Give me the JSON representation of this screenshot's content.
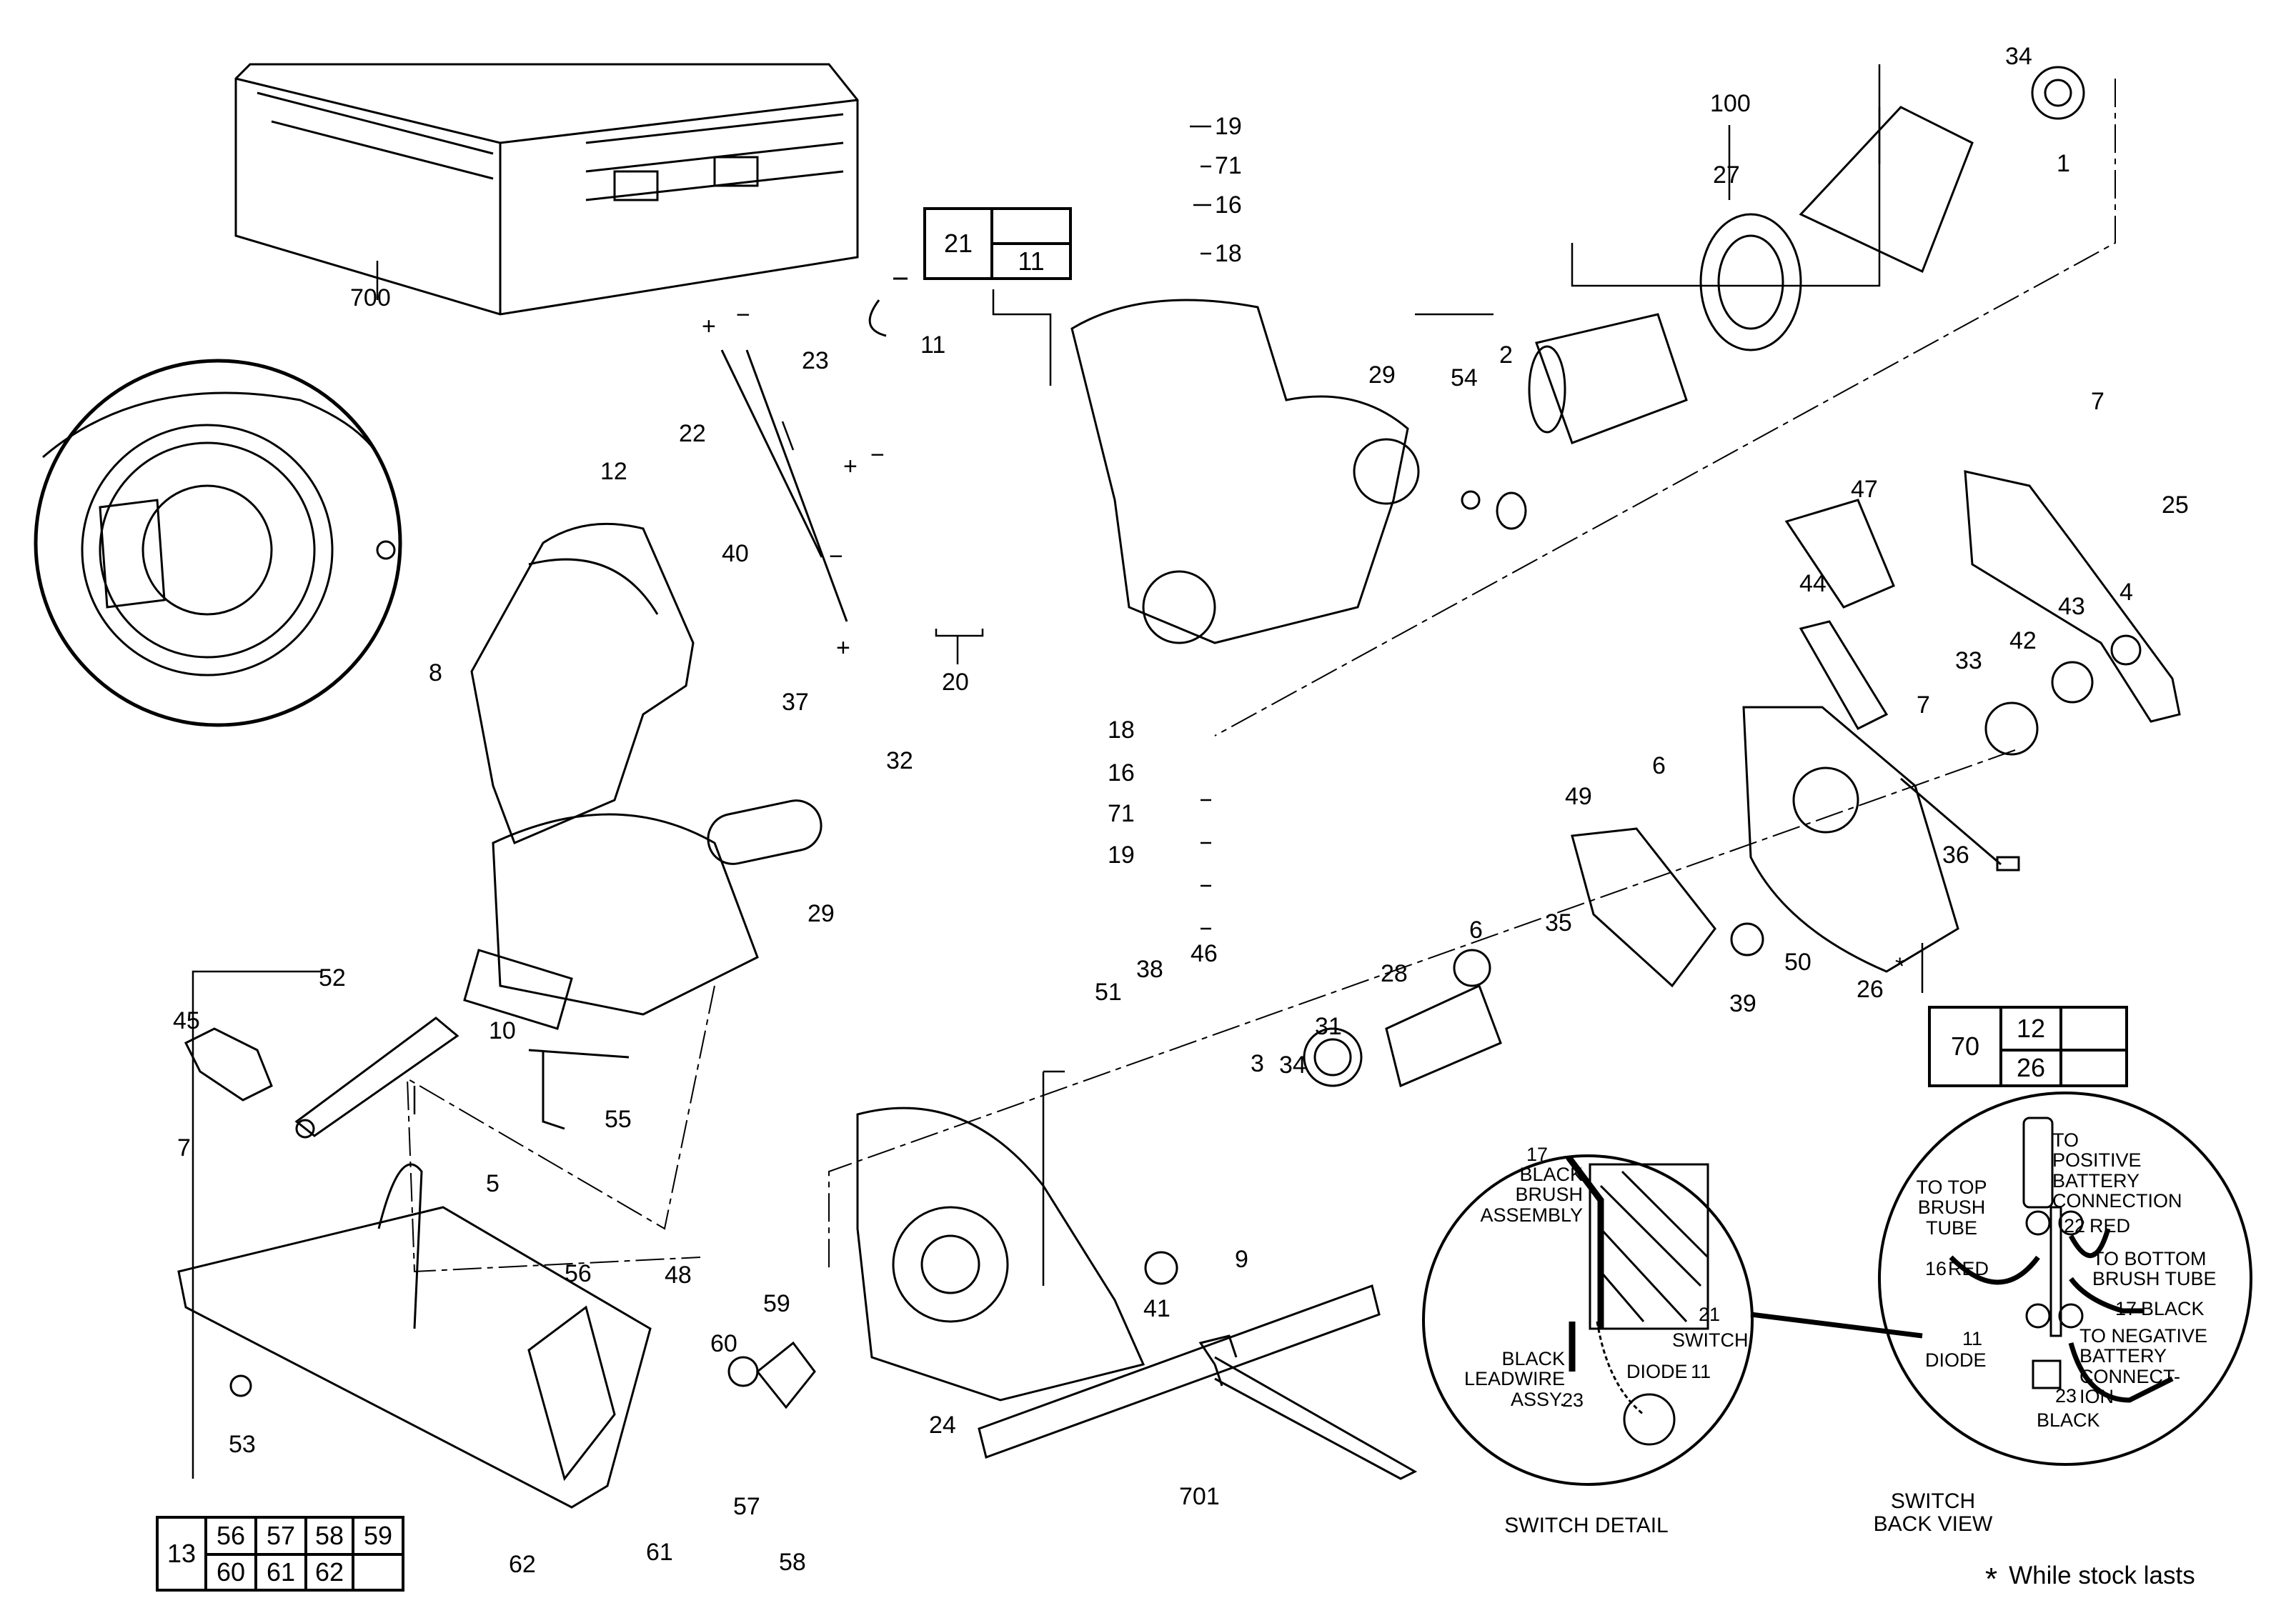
{
  "title": "Circular saw exploded parts diagram",
  "callouts": [
    {
      "id": "p700",
      "text": "700"
    },
    {
      "id": "p34a",
      "text": "34"
    },
    {
      "id": "p1",
      "text": "1"
    },
    {
      "id": "p100",
      "text": "100"
    },
    {
      "id": "p27",
      "text": "27"
    },
    {
      "id": "p19a",
      "text": "19"
    },
    {
      "id": "p71a",
      "text": "71"
    },
    {
      "id": "p16a",
      "text": "16"
    },
    {
      "id": "p18a",
      "text": "18"
    },
    {
      "id": "p11",
      "text": "11"
    },
    {
      "id": "p23",
      "text": "23"
    },
    {
      "id": "p22",
      "text": "22"
    },
    {
      "id": "p29a",
      "text": "29"
    },
    {
      "id": "p54",
      "text": "54"
    },
    {
      "id": "p2",
      "text": "2"
    },
    {
      "id": "p7a",
      "text": "7"
    },
    {
      "id": "p12",
      "text": "12"
    },
    {
      "id": "p40",
      "text": "40"
    },
    {
      "id": "p20",
      "text": "20"
    },
    {
      "id": "p37",
      "text": "37"
    },
    {
      "id": "p8",
      "text": "8"
    },
    {
      "id": "p47",
      "text": "47"
    },
    {
      "id": "p25",
      "text": "25"
    },
    {
      "id": "p44",
      "text": "44"
    },
    {
      "id": "p4",
      "text": "4"
    },
    {
      "id": "p43",
      "text": "43"
    },
    {
      "id": "p42",
      "text": "42"
    },
    {
      "id": "p33",
      "text": "33"
    },
    {
      "id": "p7b",
      "text": "7"
    },
    {
      "id": "p18b",
      "text": "18"
    },
    {
      "id": "p16b",
      "text": "16"
    },
    {
      "id": "p71b",
      "text": "71"
    },
    {
      "id": "p19b",
      "text": "19"
    },
    {
      "id": "p32",
      "text": "32"
    },
    {
      "id": "p6a",
      "text": "6"
    },
    {
      "id": "p49",
      "text": "49"
    },
    {
      "id": "p36",
      "text": "36"
    },
    {
      "id": "p29b",
      "text": "29"
    },
    {
      "id": "p6b",
      "text": "6"
    },
    {
      "id": "p35",
      "text": "35"
    },
    {
      "id": "p50",
      "text": "50"
    },
    {
      "id": "p39",
      "text": "39"
    },
    {
      "id": "p26",
      "text": "26"
    },
    {
      "id": "p52",
      "text": "52"
    },
    {
      "id": "p45",
      "text": "45"
    },
    {
      "id": "p10",
      "text": "10"
    },
    {
      "id": "p55",
      "text": "55"
    },
    {
      "id": "p51",
      "text": "51"
    },
    {
      "id": "p38",
      "text": "38"
    },
    {
      "id": "p46",
      "text": "46"
    },
    {
      "id": "p28",
      "text": "28"
    },
    {
      "id": "p31",
      "text": "31"
    },
    {
      "id": "p3",
      "text": "3"
    },
    {
      "id": "p34b",
      "text": "34"
    },
    {
      "id": "p7c",
      "text": "7"
    },
    {
      "id": "p5",
      "text": "5"
    },
    {
      "id": "p56",
      "text": "56"
    },
    {
      "id": "p48",
      "text": "48"
    },
    {
      "id": "p59",
      "text": "59"
    },
    {
      "id": "p60",
      "text": "60"
    },
    {
      "id": "p9",
      "text": "9"
    },
    {
      "id": "p41",
      "text": "41"
    },
    {
      "id": "p24",
      "text": "24"
    },
    {
      "id": "p53",
      "text": "53"
    },
    {
      "id": "p57",
      "text": "57"
    },
    {
      "id": "p58",
      "text": "58"
    },
    {
      "id": "p61",
      "text": "61"
    },
    {
      "id": "p62",
      "text": "62"
    },
    {
      "id": "p701",
      "text": "701"
    }
  ],
  "polarity": {
    "plus": "+",
    "minus": "−"
  },
  "asterisk": "*",
  "kits": {
    "k21": {
      "main": "21",
      "items": [
        "",
        "11"
      ]
    },
    "k70": {
      "main": "70",
      "items": [
        [
          "12",
          ""
        ],
        [
          "26",
          ""
        ]
      ]
    },
    "k13": {
      "main": "13",
      "items": [
        [
          "56",
          "57",
          "58",
          "59"
        ],
        [
          "60",
          "61",
          "62",
          ""
        ]
      ]
    }
  },
  "switch_detail": {
    "title": "SWITCH DETAIL",
    "labels": {
      "black_brush": "BLACK\nBRUSH\nASSEMBLY",
      "switch": "SWITCH",
      "black_leadwire": "BLACK\nLEADWIRE\nASSY.",
      "diode": "DIODE"
    },
    "refs": {
      "r17": "17",
      "r21": "21",
      "r23": "23",
      "r11": "11"
    }
  },
  "switch_back_view": {
    "title": "SWITCH\nBACK VIEW",
    "labels": {
      "to_positive": "TO\nPOSITIVE\nBATTERY\nCONNECTION",
      "to_top_brush": "TO TOP\nBRUSH\nTUBE",
      "red16": "RED",
      "red22": "RED",
      "to_bottom_brush": "TO BOTTOM\nBRUSH TUBE",
      "black17": "BLACK",
      "diode": "DIODE",
      "to_negative": "TO NEGATIVE\nBATTERY\nCONNECT-\nION",
      "black23": "BLACK"
    },
    "refs": {
      "r16": "16",
      "r22": "22",
      "r17": "17",
      "r11": "11",
      "r23": "23"
    }
  },
  "footnote": {
    "symbol": "*",
    "text": "While stock lasts"
  }
}
